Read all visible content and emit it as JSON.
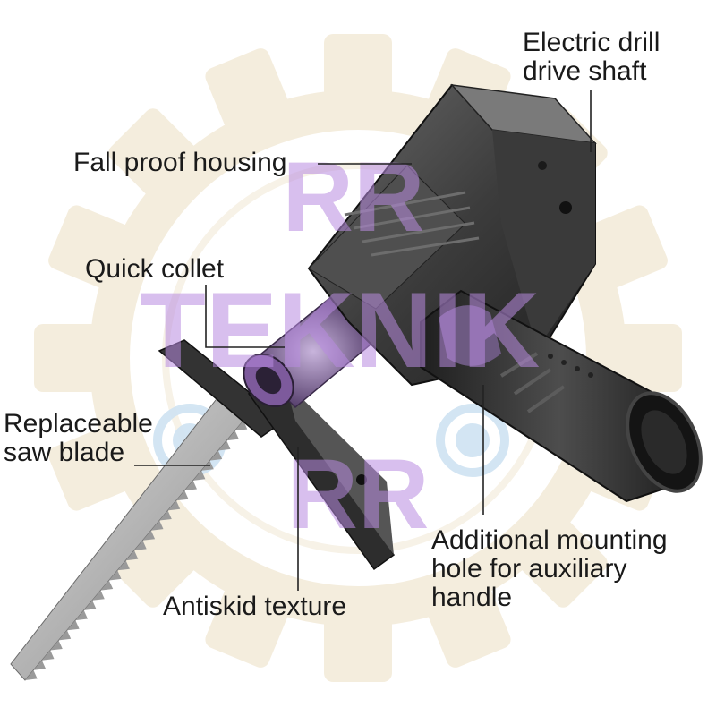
{
  "labels": {
    "drive_shaft": "Electric drill\ndrive shaft",
    "housing": "Fall proof housing",
    "collet": "Quick collet",
    "blade": "Replaceable\nsaw blade",
    "antiskid": "Antiskid texture",
    "mounting_hole": "Additional mounting\nhole for auxiliary\nhandle"
  },
  "watermark": {
    "line1": "RR",
    "line2": "TEKNIK",
    "line3": "RR"
  },
  "colors": {
    "gear": "#f3ead7",
    "watermark": "#b98be0",
    "leader": "#222222",
    "metal_dark": "#2b2b2b",
    "metal_mid": "#4a4a4a",
    "accent_purple": "#7d5a9c"
  }
}
